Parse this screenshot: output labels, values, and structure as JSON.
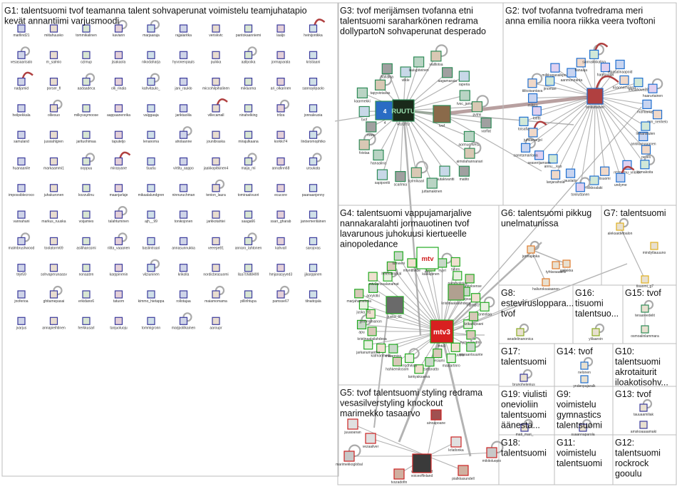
{
  "groups": [
    {
      "id": "G1",
      "lines": [
        "G1: talentsuomi tvof teamanna talent sohvaperunat voimistelu teamjuhatapio",
        "kevät annantiimi varjusmoodi"
      ],
      "color": "#3a3a9c"
    },
    {
      "id": "G3",
      "lines": [
        "G3: tvof merijämsen tvofanna etni",
        "talentsuomi saraharkönen redrama",
        "dollypartoN sohvaperunat desperado"
      ],
      "color": "#2e8b57"
    },
    {
      "id": "G2",
      "lines": [
        "G2: tvof tvofanna tvofredrama meri",
        "anna emilia noora riikka veera tvoftoni"
      ],
      "color": "#1e6fd0"
    },
    {
      "id": "G4",
      "lines": [
        "G4: talentsuomi vappujamarjalive",
        "nannakaralahti jormauotinen tvof",
        "lavarunous juhokuusi kiertueelle",
        "ainopoledance"
      ],
      "color": "#22aa22"
    },
    {
      "id": "G6",
      "lines": [
        "G6: talentsuomi pikkug",
        "unelmatunissa"
      ],
      "color": "#e07a2a"
    },
    {
      "id": "G7",
      "lines": [
        "G7: talentsuomi"
      ],
      "color": "#e0b020"
    },
    {
      "id": "G8",
      "lines": [
        "G8:",
        "estevirusloppara...",
        "tvof"
      ],
      "color": "#88aa22"
    },
    {
      "id": "G16",
      "lines": [
        "G16:",
        "tisuomi",
        "talentsuo..."
      ],
      "color": "#88aa22"
    },
    {
      "id": "G15",
      "lines": [
        "G15: tvof"
      ],
      "color": "#2e8b57"
    },
    {
      "id": "G5",
      "lines": [
        "G5: tvof talentsuomi styling redrama",
        "vesasilverstyling knockout",
        "marimekko tasaarvo"
      ],
      "color": "#cc2222"
    },
    {
      "id": "G17",
      "lines": [
        "G17:",
        "talentsuomi"
      ],
      "color": "#3a3a9c"
    },
    {
      "id": "G14",
      "lines": [
        "G14: tvof"
      ],
      "color": "#1e6fd0"
    },
    {
      "id": "G10",
      "lines": [
        "G10:",
        "talentsuomi",
        "akrotaiturit",
        "iloakotisohv..."
      ],
      "color": "#3a3a9c"
    },
    {
      "id": "G19",
      "lines": [
        "G19: viulisti",
        "onevioliin",
        "talentsuomi",
        "äänestä..."
      ],
      "color": "#3a3a9c"
    },
    {
      "id": "G9",
      "lines": [
        "G9:",
        "voimistelu",
        "gymnastics",
        "talentsuomi"
      ],
      "color": "#3a3a9c"
    },
    {
      "id": "G13",
      "lines": [
        "G13: tvof"
      ],
      "color": "#3a3a9c"
    },
    {
      "id": "G18",
      "lines": [
        "G18:",
        "talentsuomi"
      ],
      "color": "#2e8b57"
    },
    {
      "id": "G11",
      "lines": [
        "G11:",
        "voimistelu",
        "talentsuomi"
      ],
      "color": "#2e8b57"
    },
    {
      "id": "G12",
      "lines": [
        "G12:",
        "talentsuomi",
        "rockrock",
        "gooulu"
      ],
      "color": "#3a3a9c"
    }
  ],
  "g1_nodes": [
    "marllind21",
    "miitahuusko",
    "tommikalinen",
    "kaviann",
    "marjaaraja",
    "rajjalaritka",
    "veriskvtc",
    "pantokaanniemi",
    "laaljo",
    "heinijontkka",
    "vesasaarisalo",
    "m_salmio",
    "ozimup",
    "jisakaola",
    "nikodaharja",
    "hyvonenpauls",
    "puikka",
    "aallpoika",
    "jormaparala",
    "kristiaani",
    "nadjamid",
    "porser_fl",
    "aadaadeca",
    "olli_rinala",
    "kahvitaulo_",
    "jani_rauklo",
    "miccohilpihalinen",
    "mikluoma",
    "ari_olkarinen",
    "sannaylipaolo",
    "heilpekkala",
    "olliesuo",
    "milkyvaymoose",
    "aappaanenrika",
    "valggaaja",
    "jariktaolila",
    "villecamall",
    "ninahelking",
    "trilza",
    "jonnaleuoia",
    "samuland",
    "jussiahlgren",
    "jarituohimaa",
    "taputeljo",
    "lenanoma",
    "aholaanne",
    "jounibraska",
    "mirajulkaana",
    "korkki74",
    "lindaromophtko",
    "huanaanile",
    "markaammi1",
    "ooppuu",
    "mirasyane",
    "tiuutiu",
    "virtitu_aappo",
    "jaakkopitkinen4",
    "maija_mi",
    "annafinn68",
    "ursukata",
    "impossiblecroco",
    "juhakuronen",
    "kozzuilinu",
    "maanjarlaje",
    "mikaalalundgren",
    "ninnuruchman",
    "tenion_laura",
    "tomiraaiivuori",
    "ecucore",
    "paanaanjenny",
    "vannahani",
    "markus_ruuska",
    "voijamies",
    "talahtuminen",
    "ajh__99",
    "tonikojonen",
    "jarkkotahtei",
    "saaga66",
    "ssari_gharab",
    "jannemeriläinen",
    "malmbrushwood",
    "toolatorm69",
    "asilihanssmi",
    "riitta_vaaanen",
    "bastintraari",
    "annasunnukka",
    "veeepe81",
    "annaro_lahtonen",
    "kahvall",
    "sarojoras",
    "teje59",
    "sohvaperunaasv",
    "nonaaten",
    "karppinenin",
    "vilziuninen",
    "krikolla",
    "nordicbeasuomi",
    "lisa70588499",
    "hmjanasyyed3",
    "jjkarppinen",
    "jnoferioa",
    "ghitamepasai",
    "erkidano6",
    "tatuom",
    "kimmo_hietappa",
    "rollotajaa",
    "maiamomama",
    "pillirihtupa",
    "pamsse67",
    "tilnaitojala",
    "jvarjus",
    "annapieihtinen",
    "herkkusarl",
    "tanjuoluoju",
    "tommigronn",
    "marjpolilkainen",
    "aaroupr"
  ],
  "g3_nodes": [
    "aormuonvesa",
    "aimolahannanari",
    "matito",
    "rautakivantti",
    "juttamakinen",
    "kylmikaari",
    "scarlmia",
    "sapipontti",
    "hanaalina",
    "fvistaa",
    "ruutu",
    "tvof",
    "kaarmekki",
    "tapyviotavas",
    "hallakra",
    "vilkle",
    "laulupiteinen",
    "vialllotsa",
    "aagamaraia",
    "raperia",
    "tvsc_jamo",
    "pvtmi",
    "varflat"
  ],
  "g2_nodes": [
    "annikamaaanen",
    "pekkli",
    "komakoita",
    "ntzmamu_vnlock",
    "undyme",
    "tisuomi",
    "mikkoalaki",
    "toniluttanen",
    "jauslaito",
    "lanjaraihola",
    "annu__kuo",
    "seaverijamsen",
    "sanntamairlana",
    "juhuanarjjol",
    "toisafia",
    "loetti",
    "miikka",
    "tilikoisantava",
    "jinomari",
    "milkkapasalkpo1",
    "aanmoniranta",
    "flanaaja",
    "sannaikkkalina",
    "hamtaupla",
    "elpasalinaapoid",
    "koaonerhanna",
    "leksahove22",
    "haarurtainen",
    "mariuumeuu",
    "mm_nenhelo",
    "linnanstulen"
  ],
  "g4_nodes": [
    "mtv",
    "nyrnuutovtmo",
    "maraantsuunte",
    "mtvmuuutu",
    "maalartinro",
    "anesiumi",
    "jutsetanatto",
    "tankyaksaeva",
    "rrqdhi6sa",
    "hahkemilosom",
    "mikarmiss",
    "katmanmelia",
    "jarkanumantha",
    "kristinaalailahdesa",
    "apu",
    "jynnenmianon",
    "juska_91",
    "marjahamehola",
    "aorylotki",
    "mtv3",
    "anssalanamat",
    "helenlularkal",
    "lumeeni",
    "mtvnttlvtde",
    "valuki",
    "kaleapinen",
    "nyyri",
    "tiinen",
    "nammolinjal",
    "lapelotiploense",
    "minnamijeasmaa",
    "mpmpi1974",
    "janeollaa",
    "lizikarapsani"
  ],
  "g5_nodes": [
    "vezaailver",
    "marimekkoglobal",
    "voiceoffinland",
    "tvszadofin",
    "krlatlonka",
    "mikitoluopio",
    "ainoapoane",
    "pialkkasundell",
    "juuaoanan"
  ],
  "g6_nodes": [
    "jennajanka",
    "gallakka",
    "tyhtaraaatelli",
    "haliuroksaiaanen"
  ],
  "g7_nodes": [
    "aleksaidefoalon",
    "mindytlauuuno",
    "tisuomi_g7"
  ],
  "g8_nodes": [
    "aeadelinanonica"
  ],
  "g16_nodes": [
    "ylilaaroin"
  ],
  "g15_nodes": [
    "teraareedelit",
    "osmoalinlammara"
  ],
  "g17_nodes": [
    "brunohelenius"
  ],
  "g14_nodes": [
    "nelonen",
    "yndenpajaralk"
  ],
  "g10_nodes": [],
  "g19_nodes": [
    "mati_mari_"
  ],
  "g9_nodes": [
    "suaannaparola"
  ],
  "g13_nodes": [
    "tauuaamiliak",
    "amskoaaaamaki"
  ],
  "g18_nodes": [],
  "g11_nodes": [],
  "g12_nodes": [],
  "hub_labels": {
    "ruutu": "RUUTU",
    "mtv": "mtv",
    "mtv3": "mtv3"
  }
}
